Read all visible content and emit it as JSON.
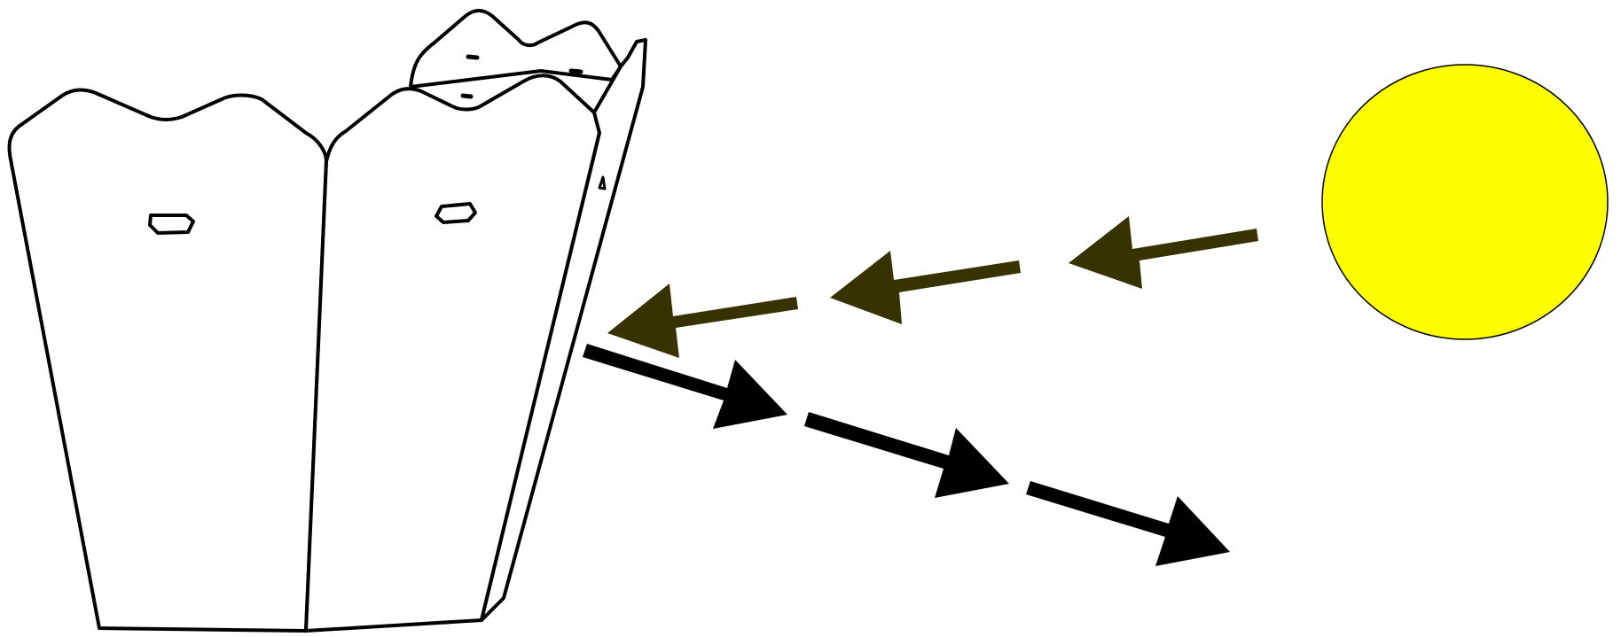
{
  "diagram": {
    "colors": {
      "background": "#ffffff",
      "outline": "#000000",
      "sun_fill": "#ffff00",
      "sun_stroke": "#000000",
      "incoming_arrow": "#363300",
      "reflected_arrow": "#000000"
    },
    "elements": [
      "fence-panel",
      "sun",
      "incoming-arrows",
      "reflected-arrows"
    ]
  }
}
